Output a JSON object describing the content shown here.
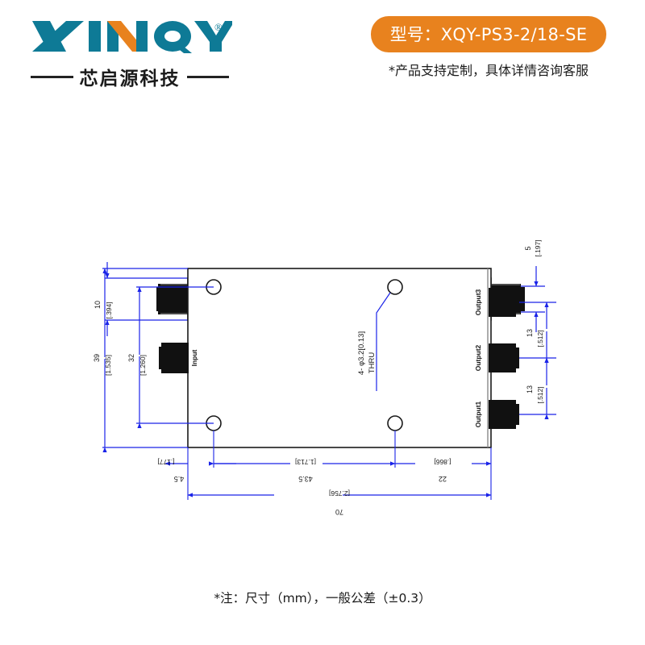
{
  "brand": {
    "logo_text": "XINQY",
    "registered_mark": "®",
    "logo_cn": "芯启源科技"
  },
  "header": {
    "model_label": "型号：",
    "model_value": "XQY-PS3-2/18-SE",
    "custom_note": "*产品支持定制，具体详情咨询客服",
    "badge_color": "#E8821E",
    "logo_color": "#0E7A96",
    "logo_accent_color": "#E8821E"
  },
  "drawing": {
    "side_view": {
      "height_mm": "10",
      "height_in": "[.394]",
      "connector_height_mm": "5",
      "connector_height_in": "[.197]"
    },
    "bottom_view": {
      "overall_height_mm": "39",
      "overall_height_in": "[1.535]",
      "hole_span_v_mm": "32",
      "hole_span_v_in": "[1.260]",
      "edge_to_hole_mm": "4.5",
      "edge_to_hole_in": "[.177]",
      "hole_span_h_mm": "43.5",
      "hole_span_h_in": "[1.713]",
      "hole_to_edge_mm": "22",
      "hole_to_edge_in": "[.866]",
      "overall_width_mm": "70",
      "overall_width_in": "[2.756]",
      "port_pitch_1_mm": "13",
      "port_pitch_1_in": "[.512]",
      "port_pitch_2_mm": "13",
      "port_pitch_2_in": "[.512]",
      "hole_callout_line1": "4- φ3.2[0.13]",
      "hole_callout_line2": "THRU",
      "input_label": "Input",
      "output_labels": [
        "Output1",
        "Output2",
        "Output3"
      ]
    },
    "dim_color": "#1A23E8",
    "outline_color": "#1A1A1A"
  },
  "footer": {
    "note": "*注：尺寸（mm），一般公差（±0.3）"
  }
}
